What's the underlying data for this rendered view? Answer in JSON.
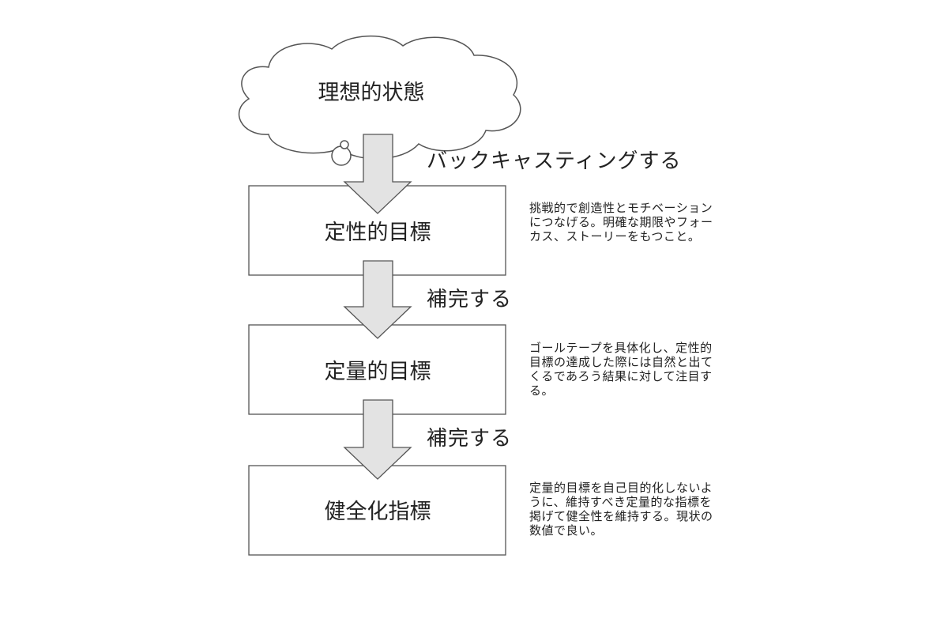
{
  "diagram": {
    "cloud_label": "理想的状態",
    "connectors": [
      "バックキャスティングする",
      "補完する",
      "補完する"
    ],
    "boxes": [
      "定性的目標",
      "定量的目標",
      "健全化指標"
    ],
    "descriptions": [
      "挑戦的で創造性とモチベーション\nにつなげる。明確な期限やフォー\nカス、ストーリーをもつこと。",
      "ゴールテープを具体化し、定性的\n目標の達成した際には自然と出て\nくるであろう結果に対して注目す\nる。",
      "定量的目標を自己目的化しないよ\nうに、維持すべき定量的な指標を\n掲げて健全性を維持する。現状の\n数値で良い。"
    ]
  },
  "colors": {
    "stroke": "#555555",
    "arrow_fill": "#e3e3e3",
    "text": "#222222",
    "background": "#ffffff"
  }
}
